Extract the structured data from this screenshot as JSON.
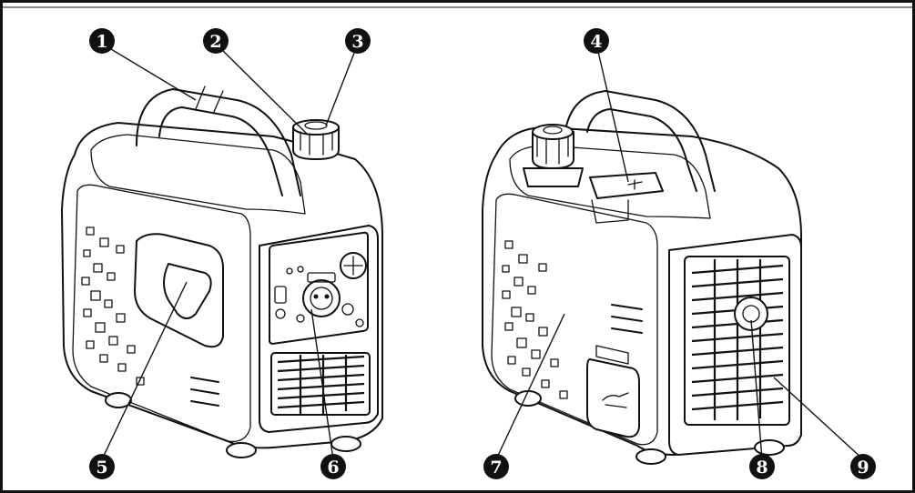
{
  "diagram": {
    "callouts": [
      {
        "id": 1,
        "label": "1"
      },
      {
        "id": 2,
        "label": "2"
      },
      {
        "id": 3,
        "label": "3"
      },
      {
        "id": 4,
        "label": "4"
      },
      {
        "id": 5,
        "label": "5"
      },
      {
        "id": 6,
        "label": "6"
      },
      {
        "id": 7,
        "label": "7"
      },
      {
        "id": 8,
        "label": "8"
      },
      {
        "id": 9,
        "label": "9"
      }
    ],
    "colors": {
      "ink": "#111111",
      "paper": "#ffffff",
      "badge": "#111111"
    },
    "views": [
      {
        "name": "front-left-view"
      },
      {
        "name": "rear-right-view"
      }
    ]
  }
}
